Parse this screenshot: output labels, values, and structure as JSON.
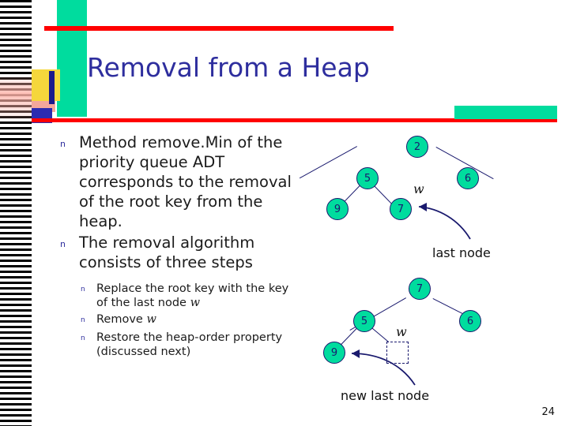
{
  "slide": {
    "title": "Removal from a Heap",
    "number": "24"
  },
  "bullets": [
    {
      "marker": "n",
      "text": "Method remove.Min of the priority queue ADT corresponds to the removal of the root key from the heap."
    },
    {
      "marker": "n",
      "text": "The removal algorithm consists of three steps"
    }
  ],
  "sub_bullets": [
    {
      "marker": "n",
      "text_before": "Replace the root key with the key of the last node ",
      "italic": "w",
      "text_after": ""
    },
    {
      "marker": "n",
      "text_before": "Remove ",
      "italic": "w",
      "text_after": ""
    },
    {
      "marker": "n",
      "text_before": "Restore the heap-order property (discussed next)",
      "italic": "",
      "text_after": ""
    }
  ],
  "diagram_top": {
    "caption": "last node",
    "w_label": "w",
    "nodes": [
      {
        "id": "root",
        "value": "2"
      },
      {
        "id": "left",
        "value": "5"
      },
      {
        "id": "right",
        "value": "6"
      },
      {
        "id": "left-left",
        "value": "9"
      },
      {
        "id": "left-right",
        "value": "7"
      }
    ]
  },
  "diagram_bottom": {
    "caption": "new last node",
    "w_label": "w",
    "nodes": [
      {
        "id": "root",
        "value": "7"
      },
      {
        "id": "left",
        "value": "5"
      },
      {
        "id": "right",
        "value": "6"
      },
      {
        "id": "left-left",
        "value": "9"
      },
      {
        "id": "left-right",
        "value": ""
      }
    ]
  },
  "colors": {
    "title": "#2e2e9e",
    "node_fill": "#00dc9e",
    "node_stroke": "#1a1a6e",
    "rule": "#ff0000",
    "accent_green": "#00dc9e",
    "accent_yellow": "#f5d73c"
  }
}
